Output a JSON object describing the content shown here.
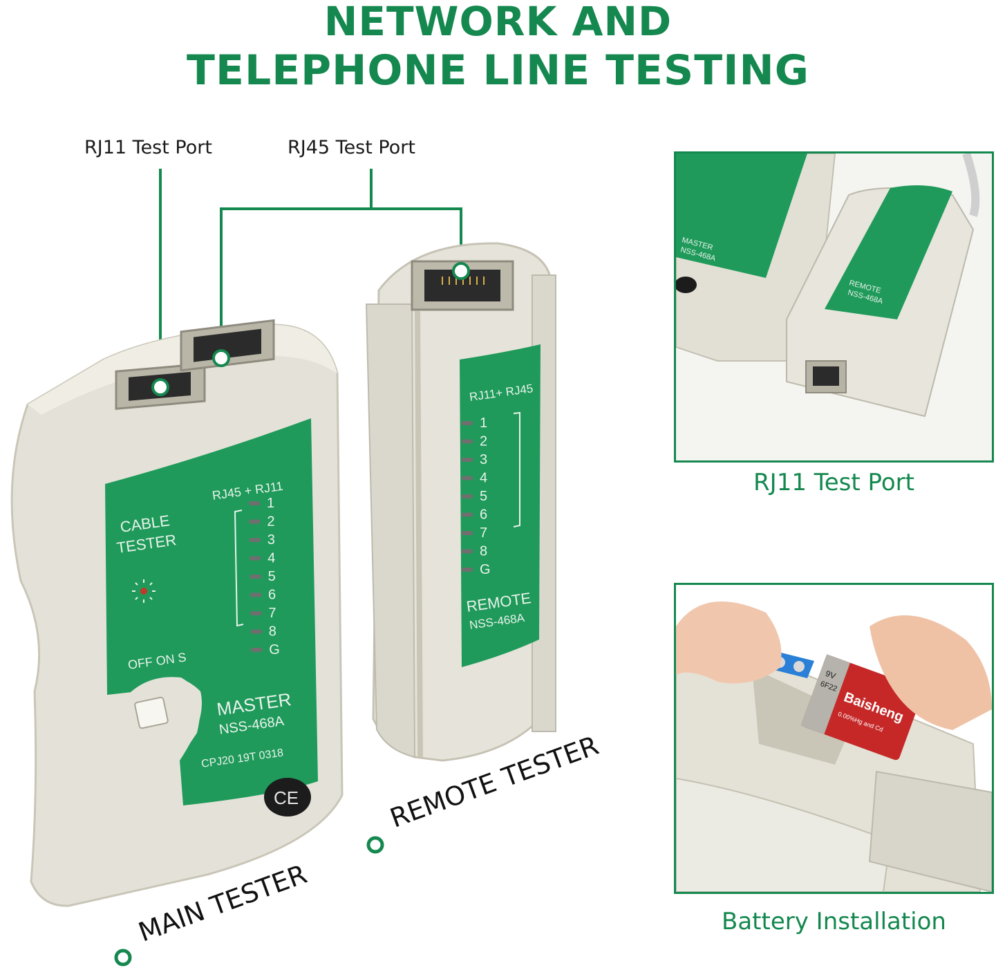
{
  "heading": {
    "line1": "NETWORK AND",
    "line2": "TELEPHONE LINE TESTING"
  },
  "callouts": {
    "rj11": "RJ11 Test Port",
    "rj45": "RJ45 Test Port"
  },
  "testers": {
    "main_label": "MAIN TESTER",
    "remote_label": "REMOTE TESTER"
  },
  "main_panel": {
    "cable_line1": "CABLE",
    "cable_line2": "TESTER",
    "header": "RJ45 + RJ11",
    "leds": [
      "1",
      "2",
      "3",
      "4",
      "5",
      "6",
      "7",
      "8",
      "G"
    ],
    "switch": "OFF ON  S",
    "model_line1": "MASTER",
    "model_line2": "NSS-468A",
    "code": "CPJ20 19T 0318",
    "ce": "CE"
  },
  "remote_panel": {
    "header": "RJ11+ RJ45",
    "leds": [
      "1",
      "2",
      "3",
      "4",
      "5",
      "6",
      "7",
      "8",
      "G"
    ],
    "model_line1": "REMOTE",
    "model_line2": "NSS-468A"
  },
  "battery": {
    "volts": "9V",
    "model": "6F22",
    "brand": "Baisheng",
    "note": "0.00%Hg and Cd"
  },
  "captions": {
    "top": "RJ11 Test Port",
    "bottom": "Battery Installation"
  },
  "colors": {
    "brand_green": "#14884f",
    "panel_green": "#1f9a5a",
    "body_beige": "#e3e1d6"
  }
}
